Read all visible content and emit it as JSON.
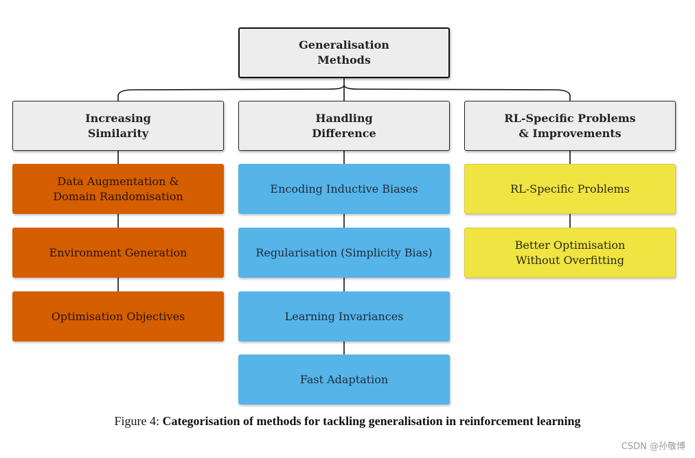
{
  "root": {
    "label": "Generalisation\nMethods"
  },
  "categories": [
    {
      "label": "Increasing\nSimilarity",
      "color": "#d55e00",
      "items": [
        "Data Augmentation &\nDomain Randomisation",
        "Environment Generation",
        "Optimisation Objectives"
      ]
    },
    {
      "label": "Handling\nDifference",
      "color": "#56b4e9",
      "items": [
        "Encoding Inductive Biases",
        "Regularisation (Simplicity Bias)",
        "Learning Invariances",
        "Fast Adaptation"
      ]
    },
    {
      "label": "RL-Specific Problems\n& Improvements",
      "color": "#f0e442",
      "items": [
        "RL-Specific Problems",
        "Better Optimisation\nWithout Overfitting"
      ]
    }
  ],
  "caption": {
    "prefix": "Figure 4:",
    "title": "Categorisation of methods for tackling generalisation in reinforcement learning"
  },
  "watermark": "CSDN @孙敬博"
}
